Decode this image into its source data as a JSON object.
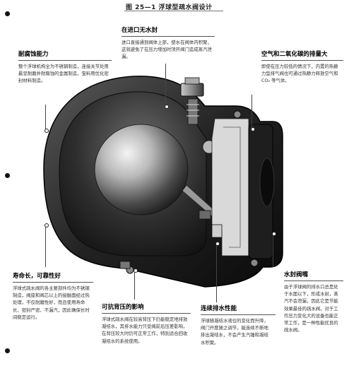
{
  "figure": {
    "title": "图 25—1 浮球型疏水阀设计"
  },
  "callouts": {
    "corrosion": {
      "heading": "耐腐蚀能力",
      "body": "整个浮球机构全为不锈钢制造，连接关节处用最坚耐磨并耐腐蚀的金属制造，宝料用优化密封材料制造。"
    },
    "inlet": {
      "heading": "在进口无水封",
      "body": "进口直接通到阀体上部，使水在阀体内积聚，这就避免了在压力增加时顶开阀门造成蒸汽泄漏。"
    },
    "air": {
      "heading": "空气和二氧化碳的排量大",
      "body": "即使在压力较低的情况下，内置的热静力型排气阀也可通过热静力释放空气和 CO₂ 等气体。"
    },
    "life": {
      "heading": "寿命长，可靠性好",
      "body": "浮球式疏水阀的各主要部件均为不锈钢制造，阀座和阀芯以上的接触面经过热处理，不仅耐磨性好，而且使用寿命长、密封严密、不漏汽，因此确保长时间稳定运行。"
    },
    "backpressure": {
      "heading": "可抗背压的影响",
      "body": "浮球式疏水阀在较高背压下仍能稳定地排放凝结水，其排水能力只受阀前后压差影响，在背压较大时仍可正常工作，特别适合回收凝结水的系统使用。"
    },
    "continuous": {
      "heading": "连续排水性能",
      "body": "浮球随凝结水液位的变化而升降，阀门开度随之调节，能连续不断地排出凝结水，不会产生汽锤和凝结水积聚。"
    },
    "seal": {
      "heading": "水封阀嘴",
      "body": "由于浮球阀的排水口总是处于水面以下，形成水封，蒸汽不会泄漏，因此它是节能效果最佳的疏水阀，对于工作压力变化大的设备也能正常工作，是一种性能优良的疏水阀。"
    }
  }
}
